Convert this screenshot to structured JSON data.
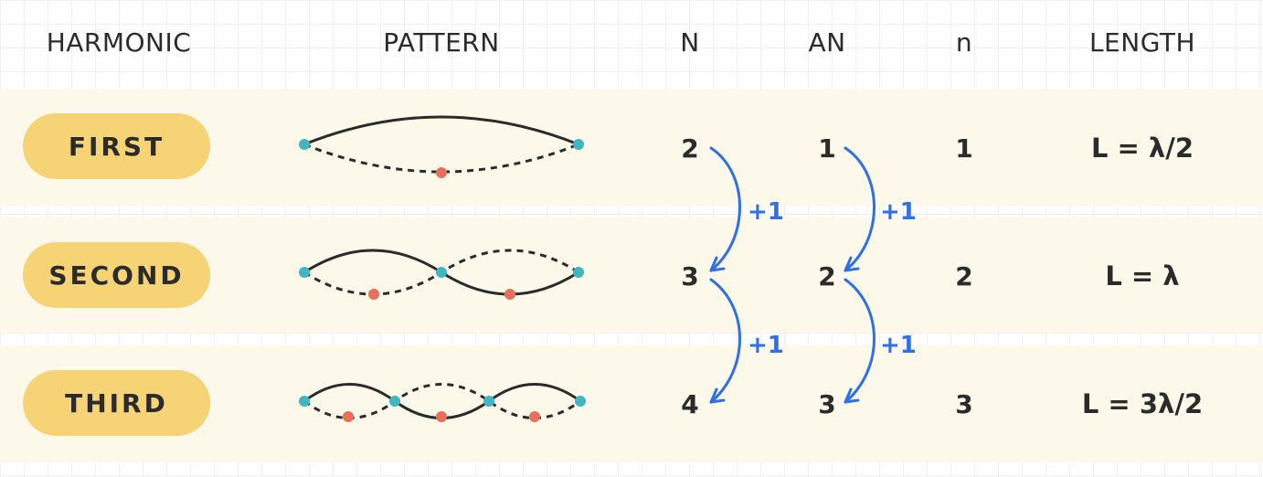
{
  "headers": {
    "harmonic": "HARMONIC",
    "pattern": "PATTERN",
    "n_upper": "N",
    "an": "AN",
    "n_lower": "n",
    "length": "LENGTH"
  },
  "rows": [
    {
      "label": "FIRST",
      "nodes": "2",
      "antinodes": "1",
      "n": "1",
      "length": "L = λ/2"
    },
    {
      "label": "SECOND",
      "nodes": "3",
      "antinodes": "2",
      "n": "2",
      "length": "L = λ"
    },
    {
      "label": "THIRD",
      "nodes": "4",
      "antinodes": "3",
      "n": "3",
      "length": "L = 3λ/2"
    }
  ],
  "increments": [
    "+1",
    "+1",
    "+1",
    "+1"
  ],
  "colors": {
    "pill": "#f6d374",
    "band": "#fdf9ea",
    "node": "#3fb6c0",
    "antinode": "#e8705a",
    "arrow": "#2f6fe8",
    "string": "#2b2b2b"
  }
}
